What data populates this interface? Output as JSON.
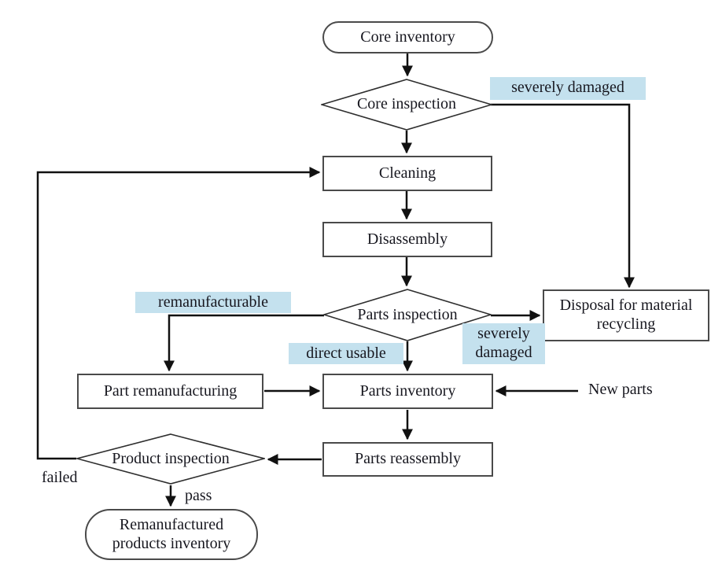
{
  "diagram": {
    "type": "flowchart",
    "background": "#ffffff",
    "colors": {
      "highlight_label_bg": "#c4e1ee",
      "text": "#17171f",
      "node_border": "#4a4a4a",
      "connector": "#111111"
    },
    "nodes": {
      "core_inventory": {
        "label": "Core inventory",
        "shape": "terminator"
      },
      "core_inspection": {
        "label": "Core inspection",
        "shape": "decision"
      },
      "cleaning": {
        "label": "Cleaning",
        "shape": "process"
      },
      "disassembly": {
        "label": "Disassembly",
        "shape": "process"
      },
      "parts_inspection": {
        "label": "Parts inspection",
        "shape": "decision"
      },
      "disposal": {
        "label": "Disposal for material recycling",
        "shape": "process"
      },
      "part_remanufacturing": {
        "label": "Part remanufacturing",
        "shape": "process"
      },
      "parts_inventory": {
        "label": "Parts inventory",
        "shape": "process"
      },
      "parts_reassembly": {
        "label": "Parts reassembly",
        "shape": "process"
      },
      "product_inspection": {
        "label": "Product inspection",
        "shape": "decision"
      },
      "remanufactured_inventory": {
        "label": "Remanufactured products inventory",
        "shape": "terminator"
      }
    },
    "edge_labels": {
      "severely_damaged_top": "severely damaged",
      "remanufacturable": "remanufacturable",
      "direct_usable": "direct usable",
      "severely_damaged_parts": "severely damaged",
      "new_parts": "New parts",
      "failed": "failed",
      "pass": "pass"
    }
  }
}
